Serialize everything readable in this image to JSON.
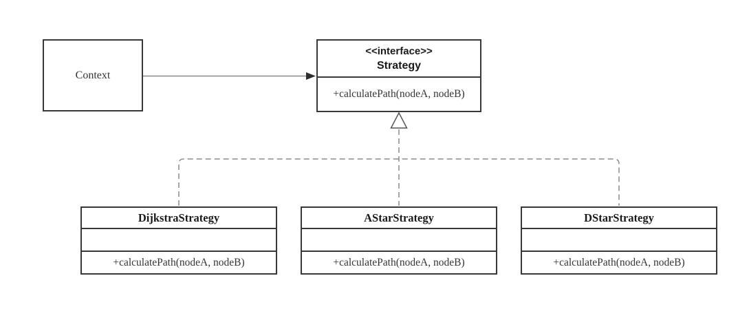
{
  "diagram": {
    "kind": "uml-class-diagram",
    "context_class": {
      "name": "Context"
    },
    "interface_class": {
      "stereotype": "<<interface>>",
      "name": "Strategy",
      "method": "+calculatePath(nodeA, nodeB)"
    },
    "implementations": [
      {
        "name": "DijkstraStrategy",
        "method": "+calculatePath(nodeA, nodeB)"
      },
      {
        "name": "AStarStrategy",
        "method": "+calculatePath(nodeA, nodeB)"
      },
      {
        "name": "DStarStrategy",
        "method": "+calculatePath(nodeA, nodeB)"
      }
    ],
    "relations": {
      "association": "Context uses Strategy (solid arrow)",
      "realization": "Implementations realize Strategy (dashed line, hollow triangle)"
    },
    "colors": {
      "background": "#ffffff",
      "box_border": "#383838",
      "connector_line": "#8a8a8a",
      "arrowhead": "#2e2e2e",
      "text": "#333333"
    }
  }
}
